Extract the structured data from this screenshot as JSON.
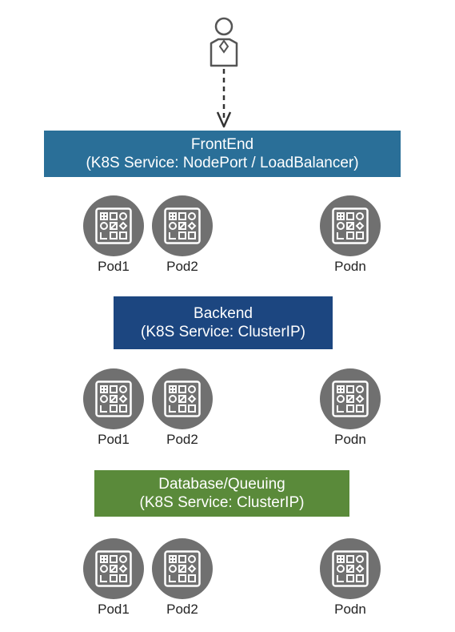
{
  "colors": {
    "frontend": "#2a6f98",
    "backend": "#1c4680",
    "database": "#5a8a3a",
    "pod": "#707070",
    "pod_icon": "#ffffff",
    "user_stroke": "#555555",
    "arrow": "#333333"
  },
  "user": {
    "icon": "user-icon"
  },
  "tiers": [
    {
      "name": "frontend",
      "title": "FrontEnd",
      "subtitle": "(K8S Service:  NodePort / LoadBalancer)",
      "pods": [
        "Pod1",
        "Pod2",
        "Podn"
      ]
    },
    {
      "name": "backend",
      "title": "Backend",
      "subtitle": "(K8S Service: ClusterIP)",
      "pods": [
        "Pod1",
        "Pod2",
        "Podn"
      ]
    },
    {
      "name": "database",
      "title": "Database/Queuing",
      "subtitle": "(K8S Service: ClusterIP)",
      "pods": [
        "Pod1",
        "Pod2",
        "Podn"
      ]
    }
  ]
}
